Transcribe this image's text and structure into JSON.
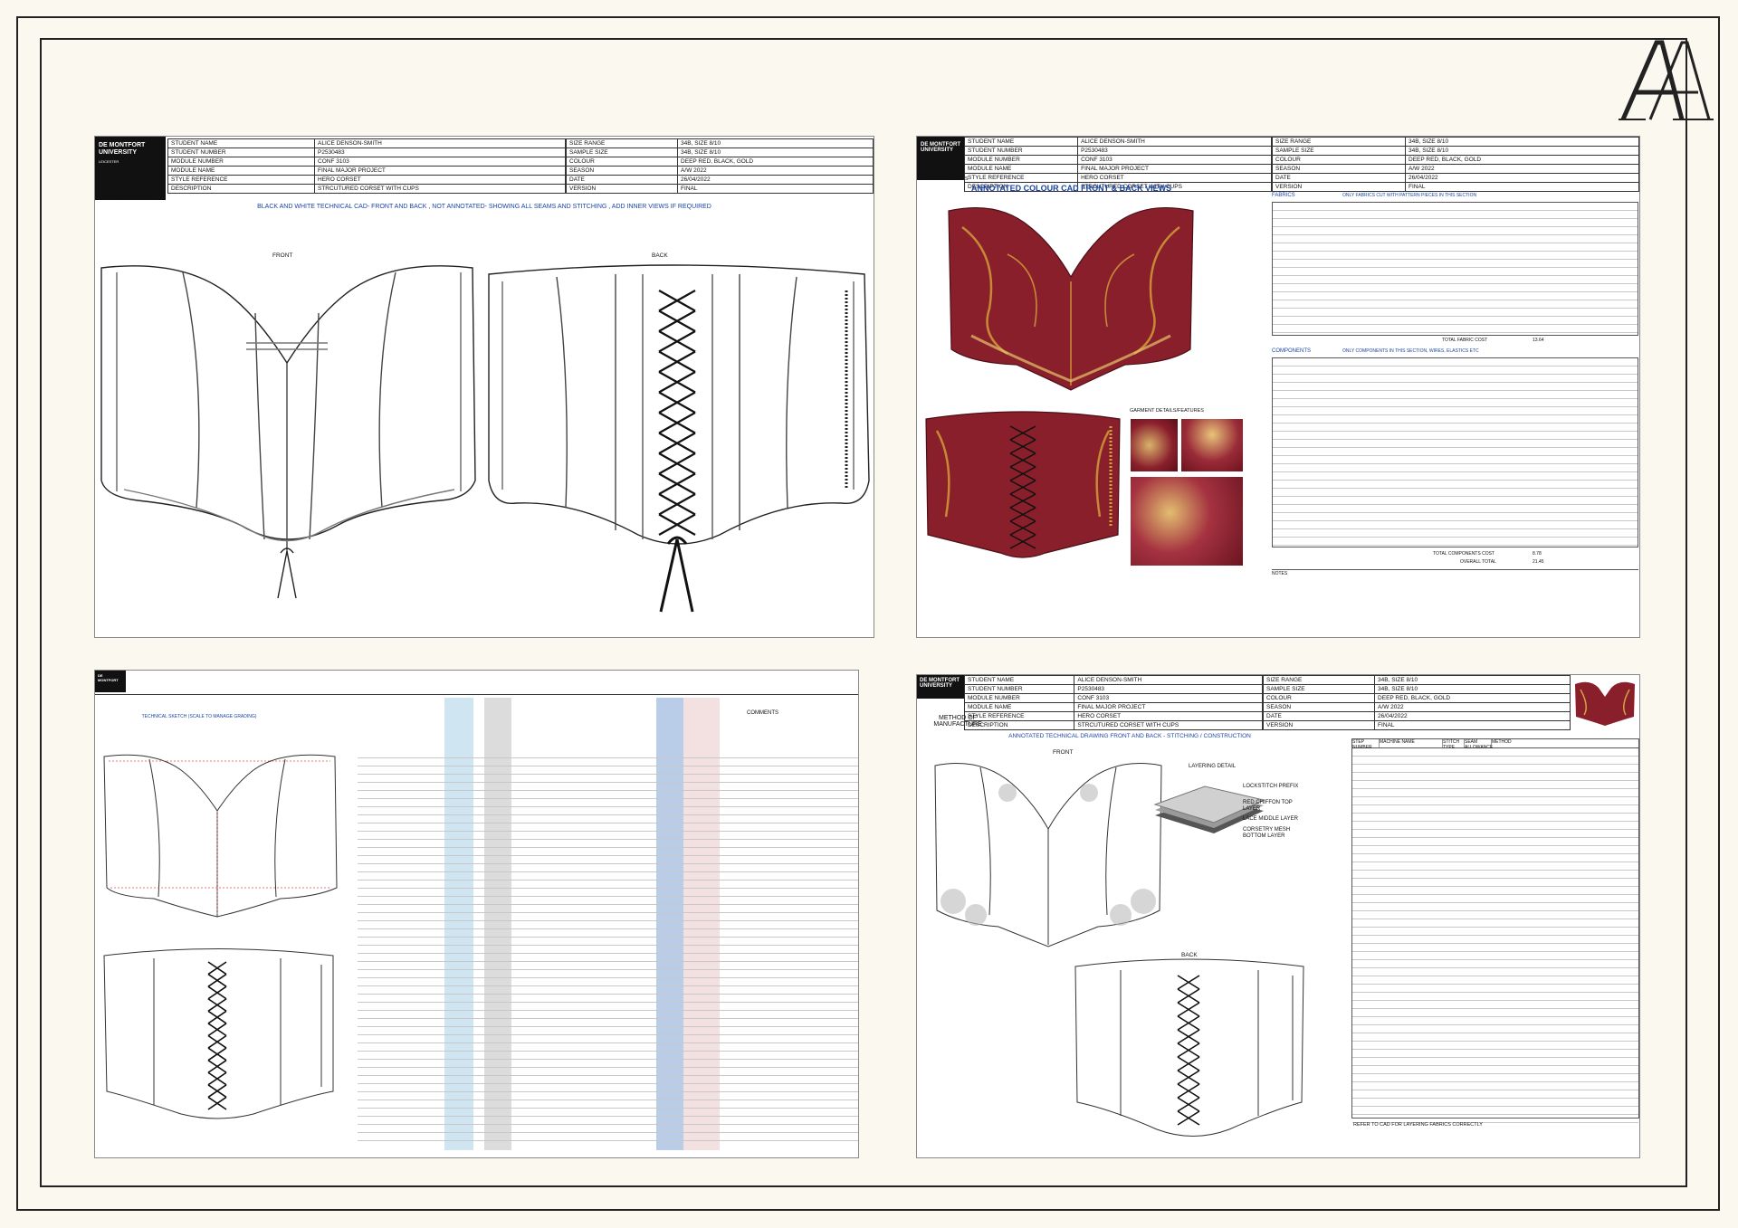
{
  "sheet_technical_cad": {
    "logo": {
      "line1": "DE MONTFORT",
      "line2": "UNIVERSITY",
      "line3": "LEICESTER"
    },
    "doc_type": "TECHNICAL CAD",
    "fields": [
      {
        "label": "STUDENT NAME",
        "value": "ALICE DENSON-SMITH"
      },
      {
        "label": "STUDENT NUMBER",
        "value": "P2530483"
      },
      {
        "label": "MODULE NUMBER",
        "value": "CONF 3103"
      },
      {
        "label": "MODULE NAME",
        "value": "FINAL MAJOR PROJECT"
      },
      {
        "label": "STYLE REFERENCE",
        "value": "HERO CORSET"
      },
      {
        "label": "DESCRIPTION",
        "value": "STRCUTURED CORSET WITH CUPS"
      }
    ],
    "fields_right": [
      {
        "label": "SIZE RANGE",
        "value": "34B, SIZE 8/10"
      },
      {
        "label": "SAMPLE SIZE",
        "value": "34B, SIZE 8/10"
      },
      {
        "label": "COLOUR",
        "value": "DEEP RED, BLACK, GOLD"
      },
      {
        "label": "SEASON",
        "value": "A/W 2022"
      },
      {
        "label": "DATE",
        "value": "26/04/2022"
      },
      {
        "label": "VERSION",
        "value": "FINAL"
      }
    ],
    "banner": "BLACK AND WHITE TECHNICAL CAD- FRONT AND BACK , NOT ANNOTATED- SHOWING ALL SEAMS AND STITCHING , ADD INNER VIEWS IF REQUIRED",
    "front_label": "FRONT",
    "back_label": "BACK"
  },
  "sheet_bom": {
    "doc_type": "BILL OF MATERIALS",
    "title": "ANNOTATED COLOUR CAD FRONT & BACK VIEWS",
    "fabrics_title": "ONLY FABRICS CUT WITH PATTERN PIECES IN THIS SECTION",
    "components_title": "ONLY COMPONENTS IN THIS SECTION, WIRES, ELASTICS ETC",
    "details_title": "GARMENT DETAILS/FEATURES",
    "fabrics_label": "FABRICS",
    "components_label": "COMPONENTS",
    "notes_label": "NOTES",
    "total_fabric": "TOTAL FABRIC COST",
    "total_components": "TOTAL COMPONENTS COST",
    "overall_total": "OVERALL TOTAL",
    "fabric_total_value": "13.64",
    "components_total_value": "8.78",
    "overall_total_value": "21.45"
  },
  "sheet_br": {
    "doc_type": "METHOD OF MANUFACTURE",
    "title": "ANNOTATED TECHNICAL DRAWING FRONT AND BACK - STITCHING / CONSTRUCTION",
    "front_label": "FRONT",
    "back_label": "BACK",
    "layering_title": "LAYERING DETAIL",
    "layers": [
      "LOCKSTITCH PREFIX",
      "RED CHIFFON TOP LAYER",
      "LACE MIDDLE LAYER",
      "CORSETRY MESH BOTTOM LAYER"
    ],
    "columns": [
      "STEP NUMBER",
      "MACHINE NAME",
      "STITCH TYPE",
      "SEAM ALLOWANCE",
      "METHOD"
    ],
    "note": "REFER TO CAD FOR LAYERING FABRICS CORRECTLY"
  },
  "sheet_bl": {
    "header": "TECHNICAL SKETCH (SCALE TO MANAGE GRADING)",
    "comments_label": "COMMENTS"
  },
  "colors": {
    "deep_red": "#8a1f2c",
    "gold": "#d4a43a",
    "blue_text": "#1a45a8"
  }
}
